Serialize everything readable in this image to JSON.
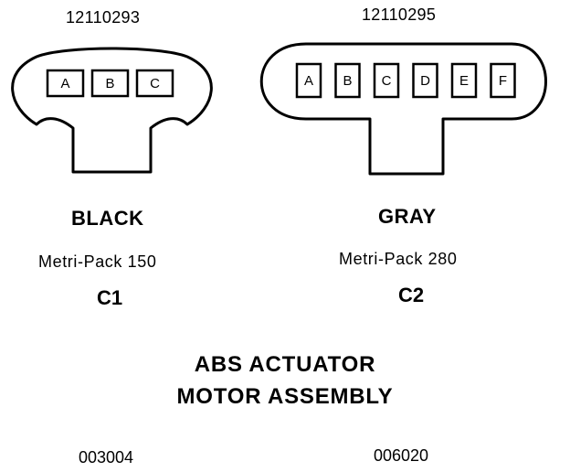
{
  "connector_c1": {
    "part_number": "12110293",
    "color": "BLACK",
    "series": "Metri-Pack 150",
    "id": "C1",
    "pins": [
      "A",
      "B",
      "C"
    ]
  },
  "connector_c2": {
    "part_number": "12110295",
    "color": "GRAY",
    "series": "Metri-Pack 280",
    "id": "C2",
    "pins": [
      "A",
      "B",
      "C",
      "D",
      "E",
      "F"
    ]
  },
  "assembly": {
    "title_line1": "ABS ACTUATOR",
    "title_line2": "MOTOR ASSEMBLY"
  },
  "footer": {
    "left_code": "003004",
    "right_code": "006020"
  }
}
